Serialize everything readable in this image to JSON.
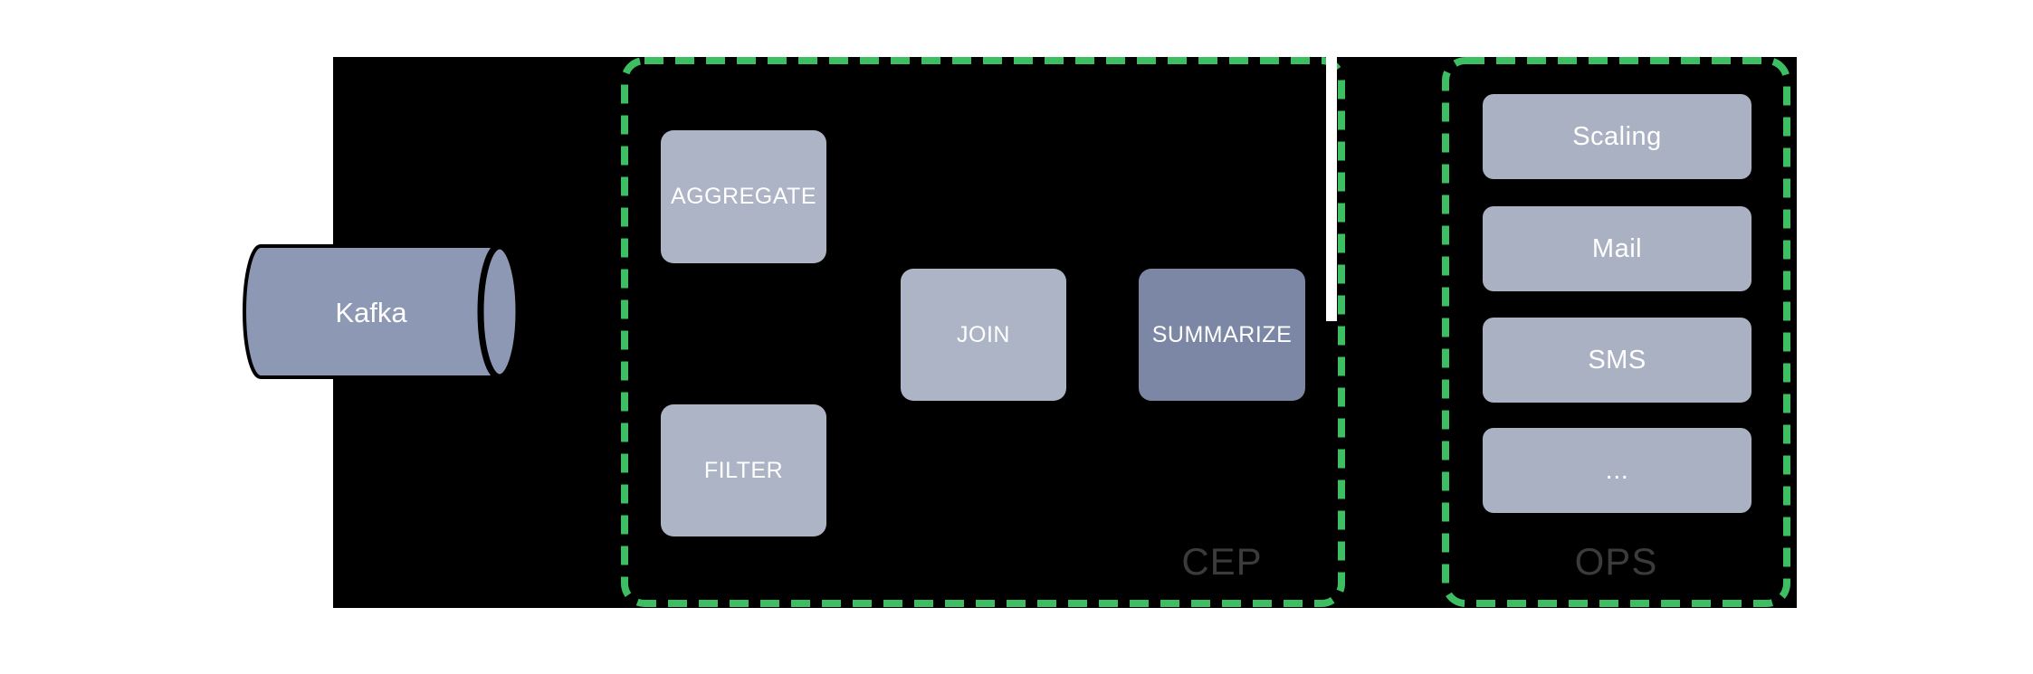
{
  "diagram": {
    "source": {
      "label": "Kafka"
    },
    "groups": [
      {
        "id": "cep",
        "label": "CEP",
        "nodes": [
          {
            "label": "AGGREGATE"
          },
          {
            "label": "FILTER"
          },
          {
            "label": "JOIN"
          },
          {
            "label": "SUMMARIZE"
          }
        ]
      },
      {
        "id": "ops",
        "label": "OPS",
        "nodes": [
          {
            "label": "Scaling"
          },
          {
            "label": "Mail"
          },
          {
            "label": "SMS"
          },
          {
            "label": "..."
          }
        ]
      }
    ],
    "colors": {
      "background_panel": "#000000",
      "page_background": "#ffffff",
      "group_border_green": "#3dbe63",
      "node_fill_light": "#acb4c6",
      "node_fill_summarize": "#7b87a4",
      "node_fill_ops": "#a9b1c3",
      "kafka_fill": "#8c98b4",
      "group_label_gray": "#3b3b3c",
      "node_text": "#ffffff"
    }
  }
}
